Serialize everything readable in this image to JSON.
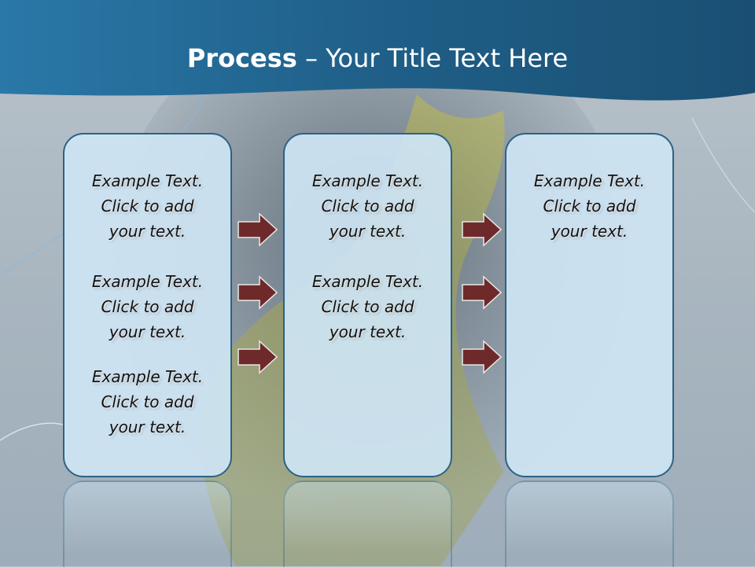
{
  "title": {
    "bold": "Process",
    "rest": " – Your Title Text Here"
  },
  "colors": {
    "header": "#1f5a80",
    "box_fill": "#cee4f3",
    "box_border": "#2d6285",
    "arrow_fill": "#6e2a2a",
    "arrow_stroke": "#e8e8e8"
  },
  "columns": [
    {
      "blocks": [
        {
          "line1": "Example Text.",
          "line2": "Click  to add",
          "line3": "your text."
        },
        {
          "line1": "Example Text.",
          "line2": "Click  to add",
          "line3": "your text."
        },
        {
          "line1": "Example Text.",
          "line2": "Click  to add",
          "line3": "your text."
        }
      ]
    },
    {
      "blocks": [
        {
          "line1": "Example Text.",
          "line2": "Click  to add",
          "line3": "your text."
        },
        {
          "line1": "Example Text.",
          "line2": "Click  to add",
          "line3": "your text."
        }
      ]
    },
    {
      "blocks": [
        {
          "line1": "Example Text.",
          "line2": "Click  to add",
          "line3": "your text."
        }
      ]
    }
  ]
}
